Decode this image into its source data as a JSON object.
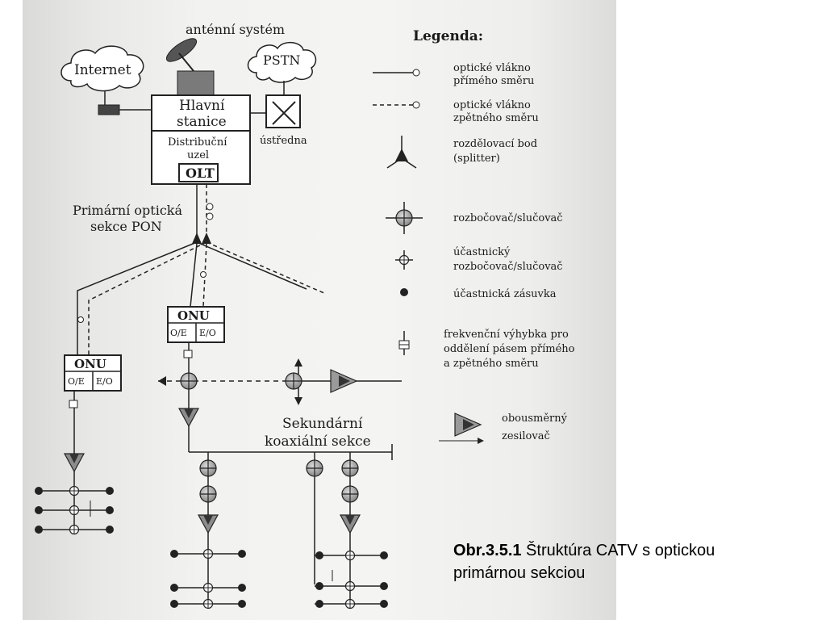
{
  "diagram": {
    "labels": {
      "antenna": "anténní systém",
      "internet": "Internet",
      "pstn": "PSTN",
      "headend_line1": "Hlavní",
      "headend_line2": "stanice",
      "distrib_line1": "Distribuční",
      "distrib_line2": "uzel",
      "olt": "OLT",
      "exchange": "ústředna",
      "pon_line1": "Primární optická",
      "pon_line2": "sekce PON",
      "onu": "ONU",
      "oe": "O/E",
      "eo": "E/O",
      "coax_line1": "Sekundární",
      "coax_line2": "koaxiální sekce"
    },
    "legend": {
      "title": "Legenda:",
      "items": [
        {
          "id": "forward-fiber",
          "lines": [
            "optické    vlákno",
            "přímého směru"
          ]
        },
        {
          "id": "return-fiber",
          "lines": [
            "optické    vlákno",
            "zpětného směru"
          ]
        },
        {
          "id": "splitter",
          "lines": [
            "rozdělovací      bod",
            "(splitter)"
          ]
        },
        {
          "id": "tap",
          "lines": [
            "rozbočovač/slučovač"
          ]
        },
        {
          "id": "subscriber-tap",
          "lines": [
            "účastnický",
            "rozbočovač/slučovač"
          ]
        },
        {
          "id": "outlet",
          "lines": [
            "účastnická zásuvka"
          ]
        },
        {
          "id": "diplexer",
          "lines": [
            "frekvenční výhybka pro",
            "oddělení pásem přímého",
            "a zpětného směru"
          ]
        },
        {
          "id": "amplifier",
          "lines": [
            "obousměrný",
            "zesilovač"
          ]
        }
      ]
    }
  },
  "caption": {
    "bold": "Obr.3.5.1",
    "text": " Štruktúra CATV s optickou primárnou sekciou"
  }
}
